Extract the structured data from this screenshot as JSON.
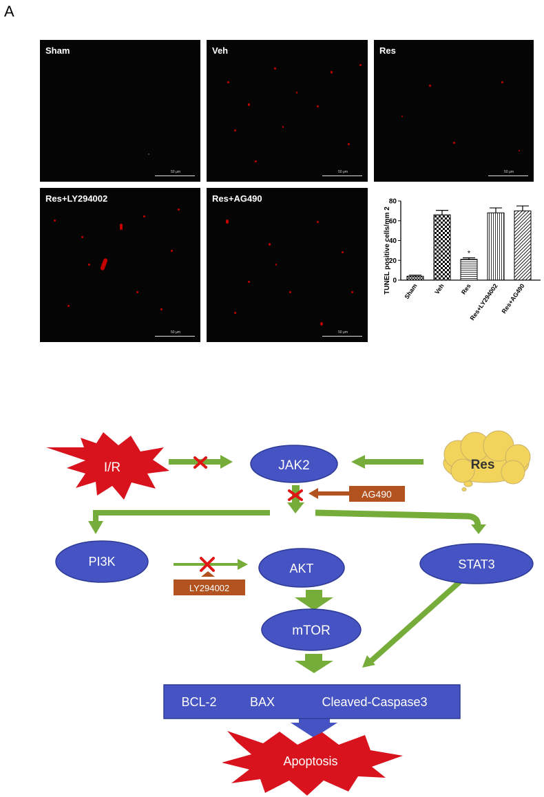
{
  "figure": {
    "panel_label": "A"
  },
  "micrographs": [
    {
      "label": "Sham",
      "scale": "50 μm"
    },
    {
      "label": "Veh",
      "scale": "50 μm"
    },
    {
      "label": "Res",
      "scale": "50 μm"
    },
    {
      "label": "Res+LY294002",
      "scale": "50 μm"
    },
    {
      "label": "Res+AG490",
      "scale": "50 μm"
    }
  ],
  "chart_data": {
    "type": "bar",
    "categories": [
      "Sham",
      "Veh",
      "Res",
      "Res+LY294002",
      "Res+AG490"
    ],
    "values": [
      4,
      66,
      21,
      68,
      70
    ],
    "errors": [
      1,
      4.5,
      1.5,
      5,
      5
    ],
    "significance": [
      "",
      "",
      "*",
      "",
      ""
    ],
    "patterns": [
      "crosshatch",
      "checker",
      "horizontal",
      "vertical",
      "diagonal"
    ],
    "ylabel": "TUNEL positive cells/mm 2",
    "ylim": [
      0,
      80
    ],
    "yticks": [
      0,
      20,
      40,
      60,
      80
    ]
  },
  "diagram": {
    "ir": "I/R",
    "jak2": "JAK2",
    "res": "Res",
    "ag490": "AG490",
    "pi3k": "PI3K",
    "akt": "AKT",
    "stat3": "STAT3",
    "ly294002": "LY294002",
    "mtor": "mTOR",
    "box_items": [
      "BCL-2",
      "BAX",
      "Cleaved-Caspase3"
    ],
    "apoptosis": "Apoptosis",
    "colors": {
      "arrow": "#76ad3a",
      "node": "#4653c2",
      "burst": "#d8131d",
      "cloud": "#f2d35b",
      "inhibitor": "#b2521f",
      "block": "#e01515"
    }
  }
}
